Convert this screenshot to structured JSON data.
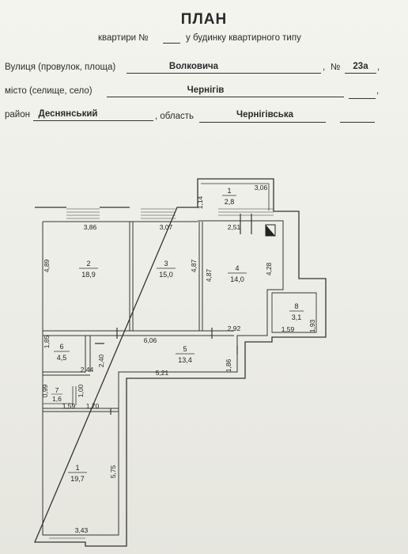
{
  "header": {
    "title": "ПЛАН",
    "apt_prefix": "квартири №",
    "apt_suffix": "у будинку квартирного типу",
    "street_label": "Вулиця (провулок, площа)",
    "street_value": "Волковича",
    "number_label": "№",
    "number_value": "23а",
    "city_label": "місто (селище, село)",
    "city_value": "Чернігів",
    "district_label": "район",
    "district_value": "Деснянський",
    "oblast_label": ", область",
    "oblast_value": "Чернігівська",
    "comma": ","
  },
  "plan": {
    "rooms": [
      {
        "num": "1",
        "area": "2,8"
      },
      {
        "num": "2",
        "area": "18,9"
      },
      {
        "num": "3",
        "area": "15,0"
      },
      {
        "num": "4",
        "area": "14,0"
      },
      {
        "num": "8",
        "area": "3,1"
      },
      {
        "num": "6",
        "area": "4,5"
      },
      {
        "num": "5",
        "area": "13,4"
      },
      {
        "num": "7",
        "area": "1,6"
      },
      {
        "num": "1",
        "area": "19,7"
      }
    ],
    "dims": [
      "3,06",
      "1,14",
      "3,86",
      "3,07",
      "2,51",
      "4,89",
      "4,87",
      "4,87",
      "4,28",
      "1,59",
      "1,93",
      "2,92",
      "6,06",
      "1,85",
      "2,40",
      "2,44",
      "5,21",
      "1,86",
      "0,99",
      "1,00",
      "1,59",
      "1,70",
      "5,75",
      "3,43"
    ]
  }
}
